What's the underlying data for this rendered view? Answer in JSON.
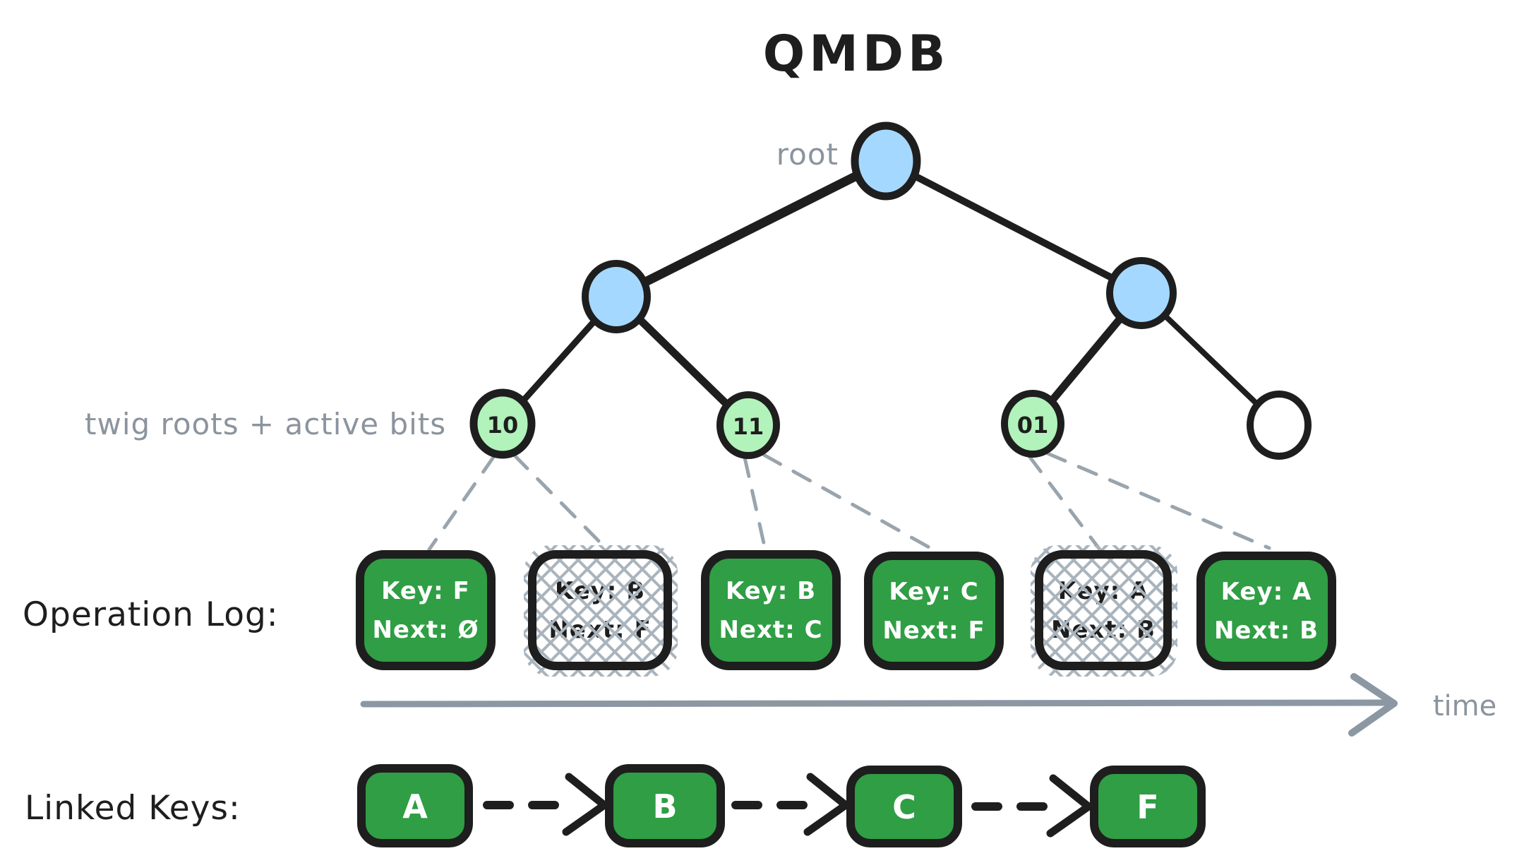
{
  "title": "QMDB",
  "colors": {
    "ink": "#1e1e1e",
    "node_blue": "#a5d8ff",
    "twig_green": "#b2f2bb",
    "box_green": "#2f9e44",
    "label_gray": "#8b949e",
    "hatch_gray": "#a9b4bd",
    "connector_gray": "#9aa4ad"
  },
  "tree": {
    "root_label": "root",
    "twig_label": "twig roots + active bits",
    "leaves": [
      {
        "bits": "10",
        "filled": true
      },
      {
        "bits": "11",
        "filled": true
      },
      {
        "bits": "01",
        "filled": true
      },
      {
        "bits": "",
        "filled": false
      }
    ]
  },
  "operation_log": {
    "label": "Operation Log:",
    "entries": [
      {
        "key": "Key: F",
        "next": "Next: Ø",
        "crossed": false
      },
      {
        "key": "Key: B",
        "next": "Next: F",
        "crossed": true
      },
      {
        "key": "Key: B",
        "next": "Next: C",
        "crossed": false
      },
      {
        "key": "Key: C",
        "next": "Next: F",
        "crossed": false
      },
      {
        "key": "Key: A",
        "next": "Next: B",
        "crossed": true
      },
      {
        "key": "Key: A",
        "next": "Next: B",
        "crossed": false
      }
    ],
    "axis_label": "time"
  },
  "linked_keys": {
    "label": "Linked Keys:",
    "keys": [
      "A",
      "B",
      "C",
      "F"
    ]
  }
}
